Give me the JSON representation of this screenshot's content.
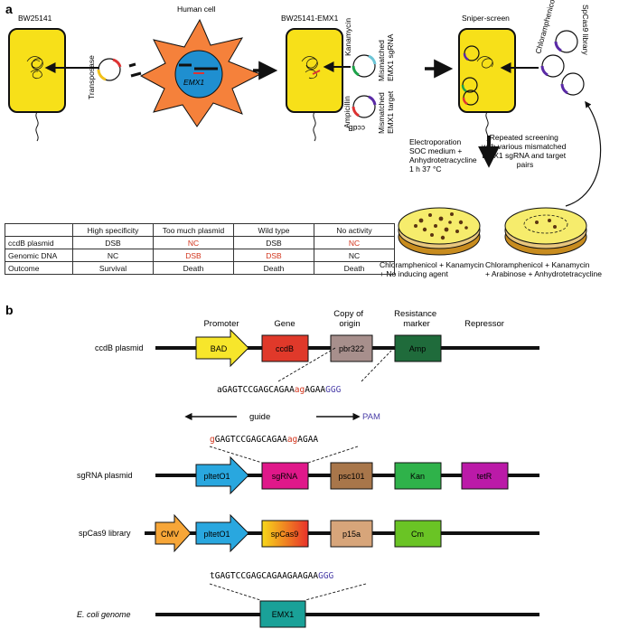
{
  "panel_a": {
    "letter": "a",
    "bw25141": "BW25141",
    "human_cell": "Human cell",
    "emx1_gene": "EMX1",
    "transposase": "Transposase",
    "bw25141_emx1": "BW25141-EMX1",
    "kanamycin": "Kanamycin",
    "ampicillin": "Ampicillin",
    "ccdb_lower": "ccdB",
    "mismatched_sgrna": [
      "Mismatched",
      "EMX1 sgRNA"
    ],
    "mismatched_target": [
      "Mismatched",
      "EMX1 target"
    ],
    "sniper_screen": "Sniper-screen",
    "chloramphenicol": "Chloramphenicol",
    "spcas9_library_rot": "SpCas9 library",
    "repeated_screening": [
      "Repeated screening",
      "with various mismatched",
      "EMX1 sgRNA and target",
      "pairs"
    ],
    "electroporation": [
      "Electroporation",
      "SOC medium +",
      "Anhydrotetracycline",
      "1 h 37 °C"
    ],
    "plate_left_caption": [
      "Chloramphenicol + Kanamycin",
      "+ No inducing agent"
    ],
    "plate_right_caption": [
      "Chloramphenicol + Kanamycin",
      "+ Arabinose + Anhydrotetracycline"
    ],
    "table": {
      "headers": [
        "",
        "High specificity",
        "Too much plasmid",
        "Wild type",
        "No activity"
      ],
      "rows": [
        {
          "label": "ccdB plasmid",
          "cells": [
            "DSB",
            "NC",
            "DSB",
            "NC"
          ]
        },
        {
          "label": "Genomic DNA",
          "cells": [
            "NC",
            "DSB",
            "DSB",
            "NC"
          ]
        },
        {
          "label": "Outcome",
          "cells": [
            "Survival",
            "Death",
            "Death",
            "Death"
          ]
        }
      ]
    }
  },
  "panel_b": {
    "letter": "b",
    "col_promoter": "Promoter",
    "col_gene": "Gene",
    "col_copy": [
      "Copy of",
      "origin"
    ],
    "col_resistance": [
      "Resistance",
      "marker"
    ],
    "col_repressor": "Repressor",
    "ccdb_plasmid_label": "ccdB plasmid",
    "ccdb_parts": {
      "bad": "BAD",
      "ccdb": "ccdB",
      "pbr322": "pbr322",
      "amp": "Amp"
    },
    "seq1": {
      "pre": "aGAGTCCGAGCAGAA",
      "mis": "ag",
      "mid": "AGAA",
      "pam": "GGG"
    },
    "guide": "guide",
    "pam": "PAM",
    "seq2": {
      "mis1": "g",
      "pre": "GAGTCCGAGCAGAA",
      "mis2": "ag",
      "post": "AGAA"
    },
    "sgrna_plasmid_label": "sgRNA plasmid",
    "sgrna_parts": {
      "pltet": "pltetO1",
      "sgrna": "sgRNA",
      "psc101": "psc101",
      "kan": "Kan",
      "tetr": "tetR"
    },
    "spcas9_library_label": "spCas9 library",
    "spcas9_parts": {
      "cmv": "CMV",
      "pltet": "pltetO1",
      "spcas9": "spCas9",
      "p15a": "p15a",
      "cm": "Cm"
    },
    "seq3": {
      "pre": "tGAGTCCGAGCAGAAGAAGAA",
      "pam": "GGG"
    },
    "genome_label": "E. coli genome",
    "genome_emx1": "EMX1"
  }
}
